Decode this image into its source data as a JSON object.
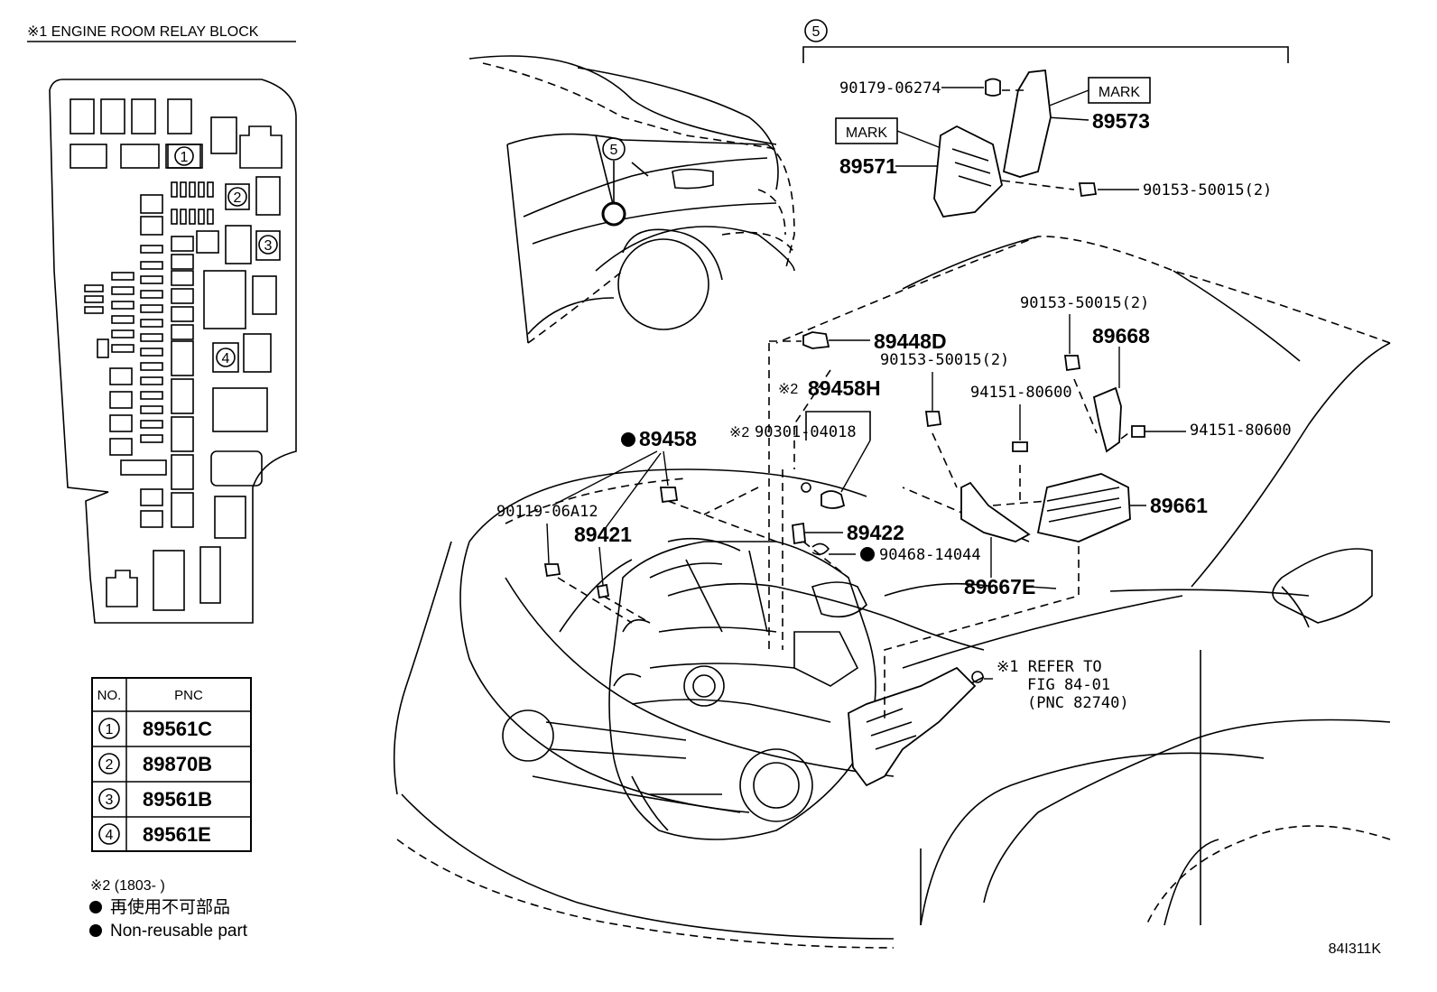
{
  "relay_block": {
    "title": "※1 ENGINE ROOM RELAY BLOCK",
    "markers": [
      "1",
      "2",
      "3",
      "4"
    ]
  },
  "pnc_table": {
    "headers": [
      "NO.",
      "PNC"
    ],
    "rows": [
      {
        "no": "1",
        "pnc": "89561C"
      },
      {
        "no": "2",
        "pnc": "89870B"
      },
      {
        "no": "3",
        "pnc": "89561B"
      },
      {
        "no": "4",
        "pnc": "89561E"
      }
    ]
  },
  "legend": {
    "note2": "※2 (1803-       )",
    "japanese": "再使用不可部品",
    "english": "Non-reusable part"
  },
  "group5": {
    "marker": "5",
    "labels": {
      "p90179": "90179-06274",
      "mark_right": "MARK",
      "p89573": "89573",
      "mark_left": "MARK",
      "p89571": "89571",
      "p90153_top": "90153-50015(2)"
    }
  },
  "car_marker": "5",
  "labels": {
    "p89448D": "89448D",
    "p90153_a": "90153-50015(2)",
    "p90153_b": "90153-50015(2)",
    "p89668": "89668",
    "note2_mark_a": "※2",
    "p89458H": "89458H",
    "p94151_a": "94151-80600",
    "p94151_b": "94151-80600",
    "p89458": "89458",
    "note2_mark_b": "※2",
    "p90301": "90301-04018",
    "p90119": "90119-06A12",
    "p89421": "89421",
    "p89422": "89422",
    "p90468": "90468-14044",
    "p89661": "89661",
    "p89667E": "89667E",
    "refer_line1": "※1 REFER TO",
    "refer_line2": "FIG 84-01",
    "refer_line3": "(PNC 82740)"
  },
  "figure_code": "84I311K"
}
